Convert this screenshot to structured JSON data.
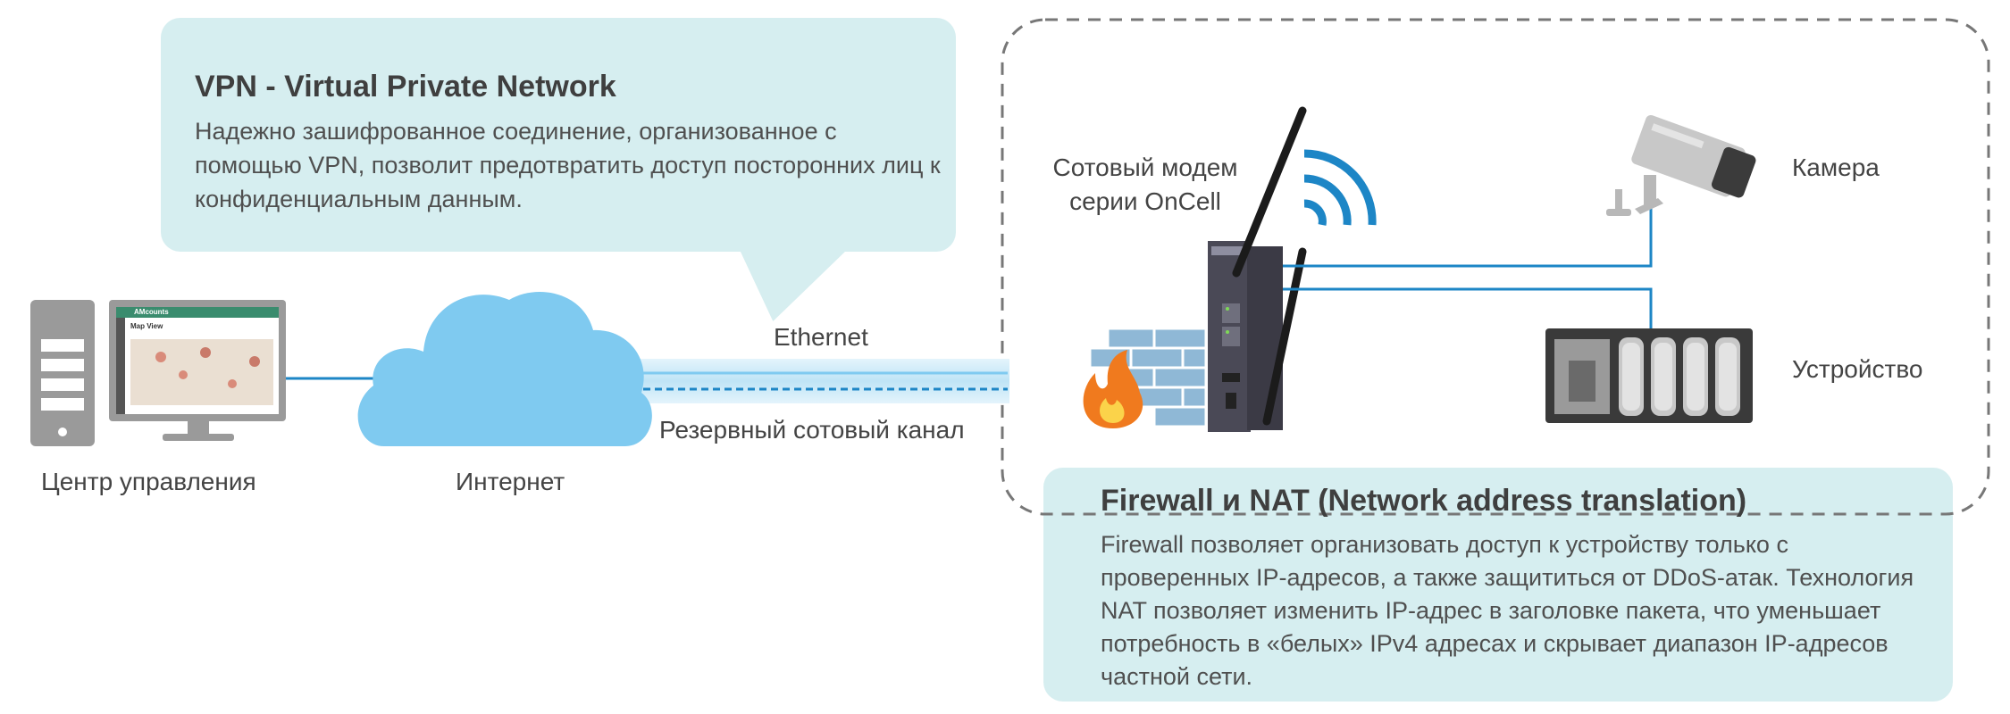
{
  "vpn": {
    "title": "VPN - Virtual Private Network",
    "text": "Надежно зашифрованное соединение, организованное с помощью VPN, позволит предотвратить доступ посторонних лиц к конфиденциальным данным."
  },
  "firewall": {
    "title": "Firewall и NAT (Network address translation)",
    "text": "Firewall позволяет организовать доступ к устройству только с проверенных IP-адресов, а также защититься от DDoS-атак. Технология NAT позволяет изменить IP-адрес в заголовке пакета, что уменьшает потребность в «белых» IPv4 адресах и скрывает диапазон IP-адресов частной сети."
  },
  "nodes": {
    "control_center": "Центр управления",
    "internet": "Интернет",
    "modem_line1": "Сотовый модем",
    "modem_line2": "серии OnCell",
    "camera": "Камера",
    "device": "Устройство"
  },
  "links": {
    "ethernet": "Ethernet",
    "backup": "Резервный сотовый канал"
  },
  "monitor_screen": {
    "app_name": "AMcounts",
    "view_title": "Map View"
  },
  "colors": {
    "accent_blue": "#1d86c6",
    "cloud": "#7fcaf0",
    "callout_bg": "#d6eef0",
    "dashed_border": "#777777",
    "modem_body": "#3b3a45",
    "brick_blue": "#8fb8d6",
    "fire_orange": "#f07a1e"
  }
}
